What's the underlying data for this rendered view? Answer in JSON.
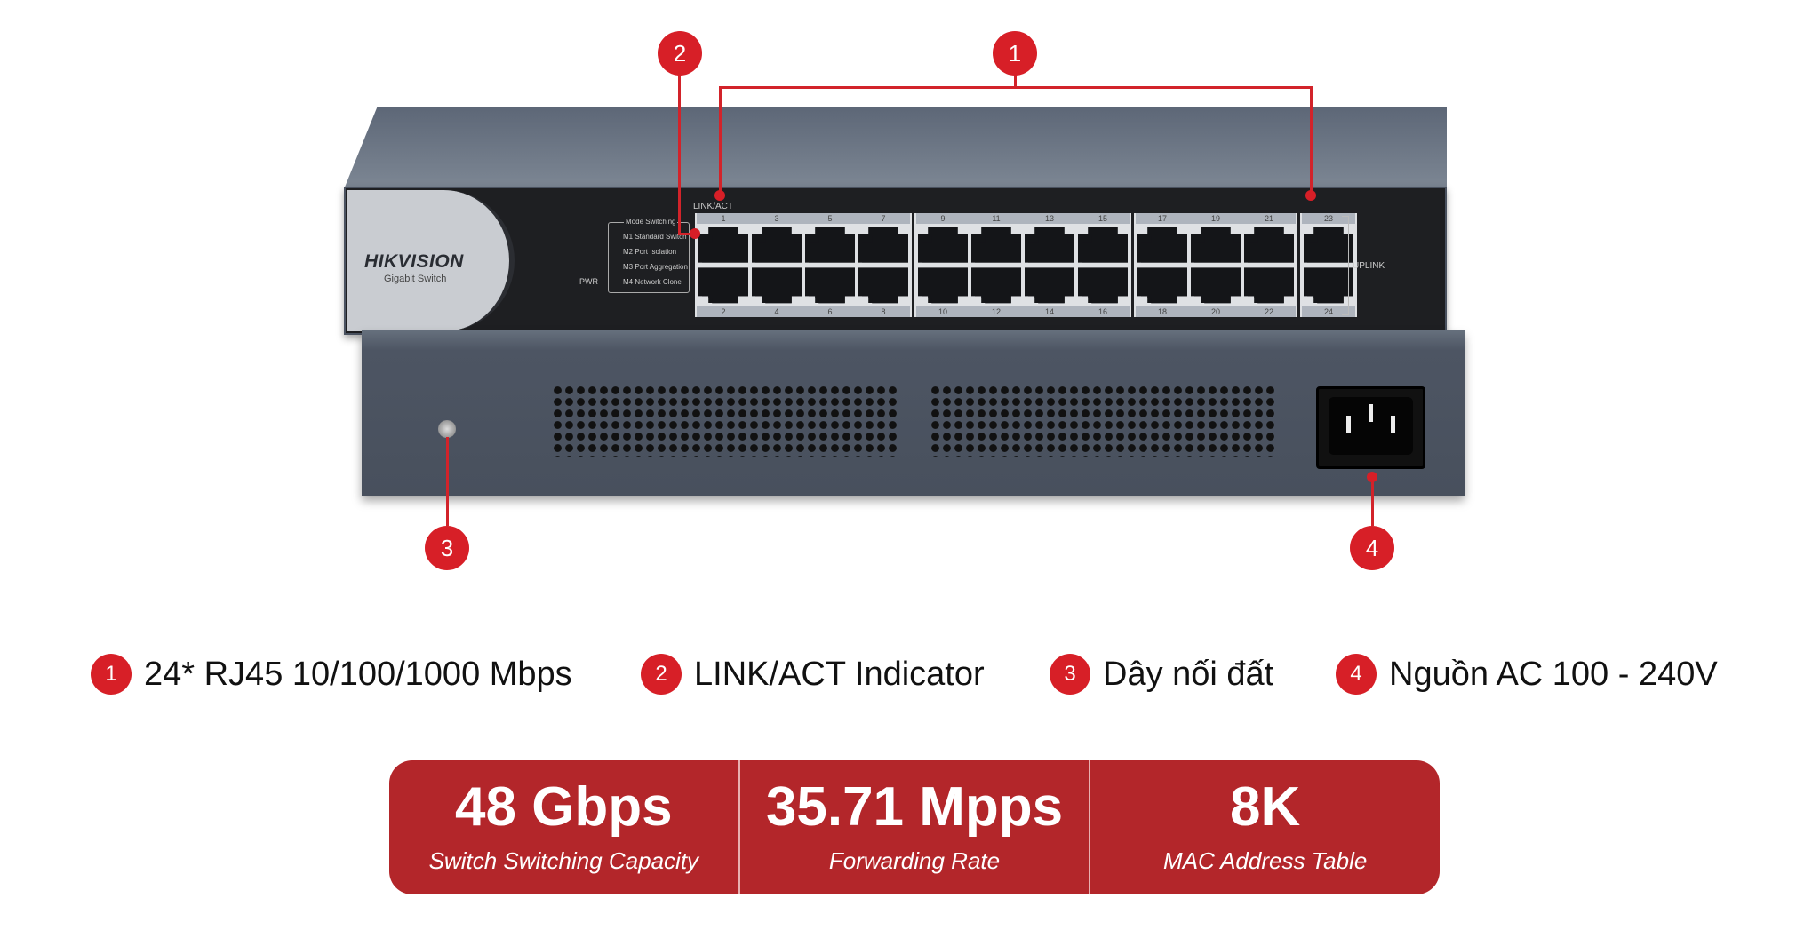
{
  "device": {
    "brand": "HIKVISION",
    "model_label": "Gigabit Switch",
    "link_act_label": "LINK/ACT",
    "mode_title": "Mode Switching",
    "modes": [
      "M1 Standard Switch",
      "M2 Port Isolation",
      "M3 Port Aggregation",
      "M4 Network Clone"
    ],
    "pwr_label": "PWR",
    "uplink_label": "UPLINK",
    "port_groups": [
      {
        "top": [
          "1",
          "3",
          "5",
          "7"
        ],
        "bottom": [
          "2",
          "4",
          "6",
          "8"
        ]
      },
      {
        "top": [
          "9",
          "11",
          "13",
          "15"
        ],
        "bottom": [
          "10",
          "12",
          "14",
          "16"
        ]
      },
      {
        "top": [
          "17",
          "19",
          "21"
        ],
        "bottom": [
          "18",
          "20",
          "22"
        ]
      },
      {
        "top": [
          "23"
        ],
        "bottom": [
          "24"
        ]
      }
    ]
  },
  "callouts": [
    "1",
    "2",
    "3",
    "4"
  ],
  "legend": [
    {
      "num": "1",
      "text": "24* RJ45 10/100/1000 Mbps"
    },
    {
      "num": "2",
      "text": "LINK/ACT Indicator"
    },
    {
      "num": "3",
      "text": "Dây nối đất"
    },
    {
      "num": "4",
      "text": "Nguồn AC 100 - 240V"
    }
  ],
  "stats": [
    {
      "value": "48 Gbps",
      "label": "Switch Switching Capacity"
    },
    {
      "value": "35.71 Mpps",
      "label": "Forwarding Rate"
    },
    {
      "value": "8K",
      "label": "MAC Address Table"
    }
  ],
  "colors": {
    "accent": "#d71f27",
    "stats_bg": "#b3262a"
  }
}
